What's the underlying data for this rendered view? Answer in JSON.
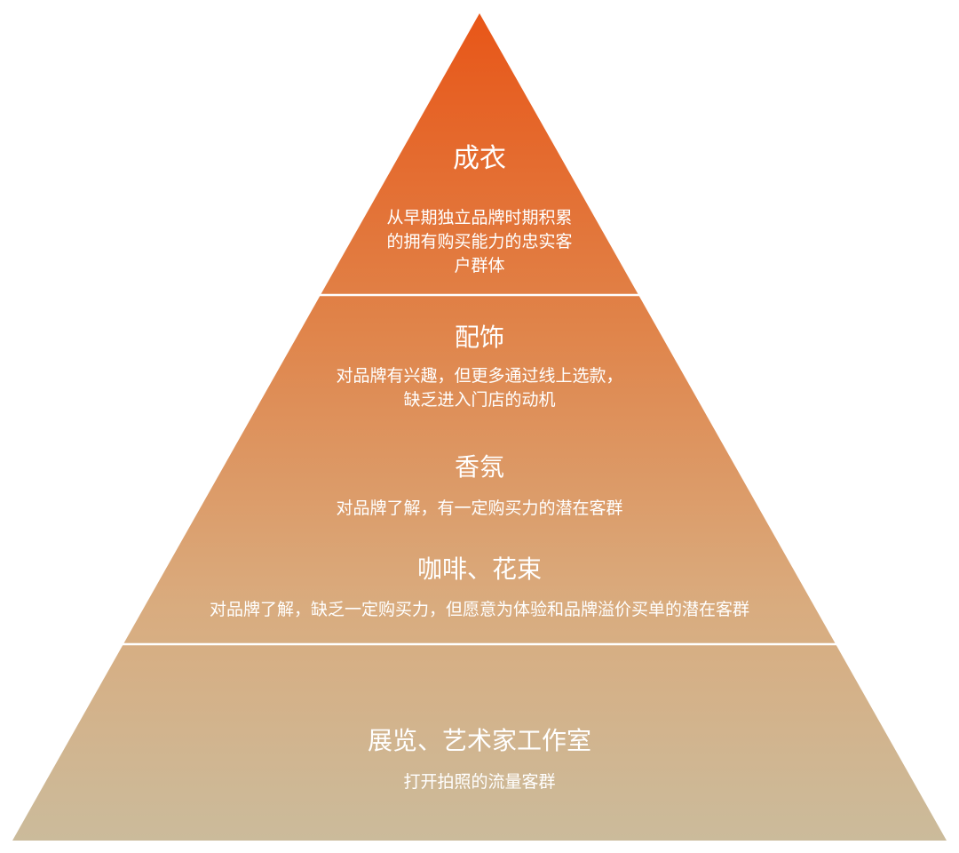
{
  "colors": {
    "top": "#e85618",
    "bottom": "#cbbb9b",
    "divider": "#ffffff",
    "text": "#ffffff"
  },
  "tiers": [
    {
      "title": "成衣",
      "description_lines": [
        "从早期独立品牌时期积累",
        "的拥有购买能力的忠实客",
        "户群体"
      ]
    },
    {
      "groups": [
        {
          "title": "配饰",
          "description_lines": [
            "对品牌有兴趣，但更多通过线上选款，",
            "缺乏进入门店的动机"
          ]
        },
        {
          "title": "香氛",
          "description_lines": [
            "对品牌了解，有一定购买力的潜在客群"
          ]
        },
        {
          "title": "咖啡、花束",
          "description_lines": [
            "对品牌了解，缺乏一定购买力，但愿意为体验和品牌溢价买单的潜在客群"
          ]
        }
      ]
    },
    {
      "title": "展览、艺术家工作室",
      "description_lines": [
        "打开拍照的流量客群"
      ]
    }
  ]
}
